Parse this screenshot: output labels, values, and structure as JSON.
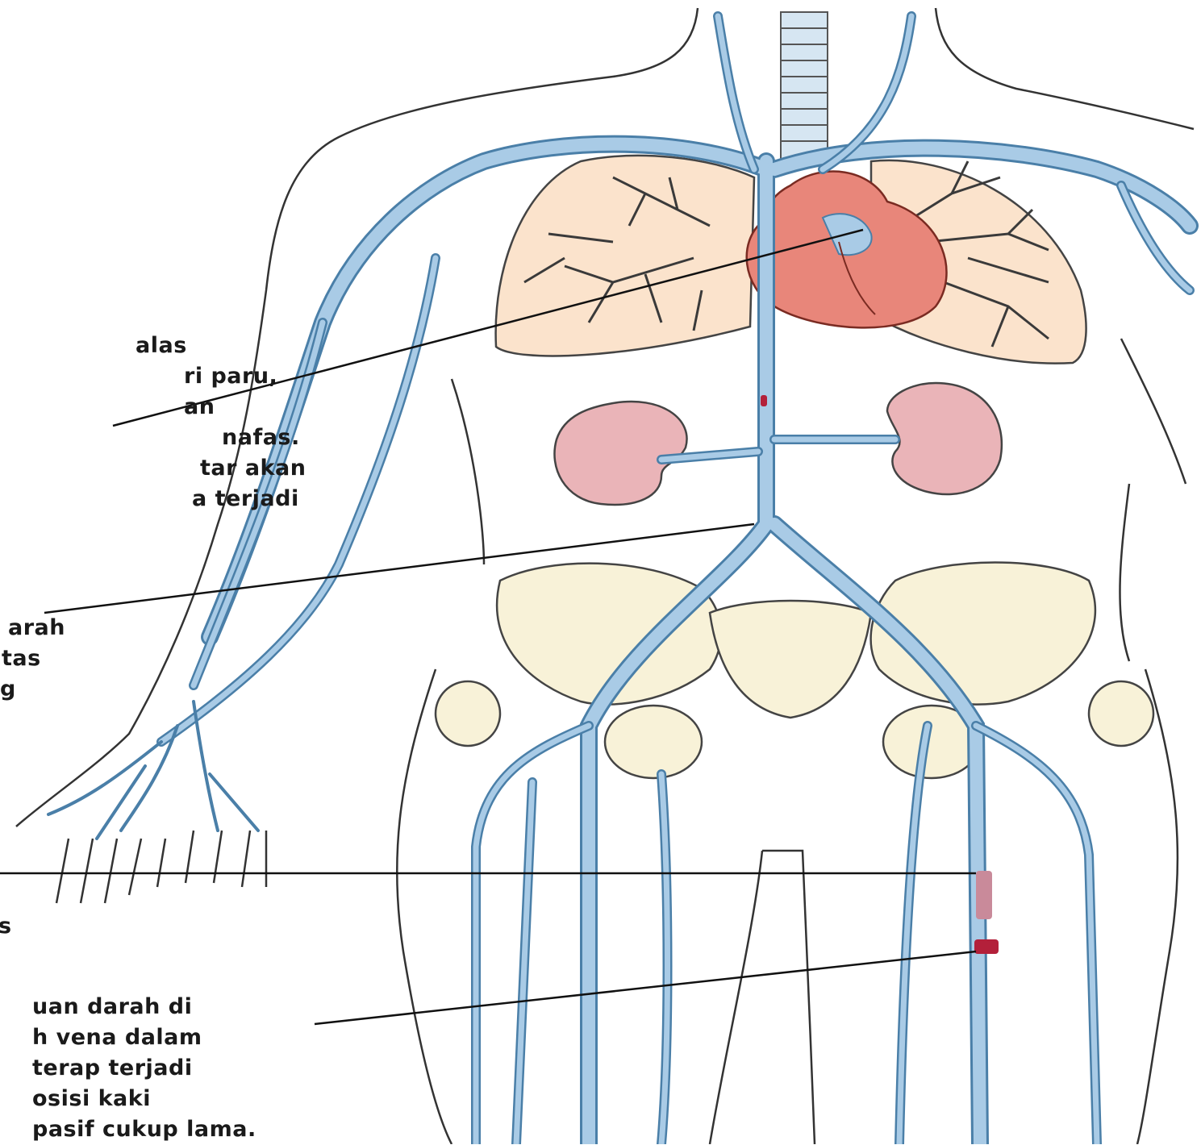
{
  "annotations": [
    {
      "id": "pulmonary-embolism-note",
      "lines": [
        "alas",
        "ri paru,",
        "an",
        "nafas.",
        "tar akan",
        "a terjadi"
      ]
    },
    {
      "id": "iliac-vein-note",
      "lines": [
        "arah",
        "tas",
        "g"
      ]
    },
    {
      "id": "femoral-vein-note",
      "lines": [
        "s"
      ]
    },
    {
      "id": "leg-thrombus-note",
      "lines": [
        "uan darah di",
        "h vena dalam",
        "terap terjadi",
        "osisi kaki",
        "pasif cukup lama."
      ]
    }
  ],
  "colors": {
    "vein": "#a9cbe6",
    "vein_outline": "#4a7fa8",
    "heart": "#e8867a",
    "lung": "#fbe3cc",
    "kidney": "#eab4b8",
    "bone": "#f8f2d8",
    "clot": "#b3203a",
    "outline": "#333333"
  }
}
